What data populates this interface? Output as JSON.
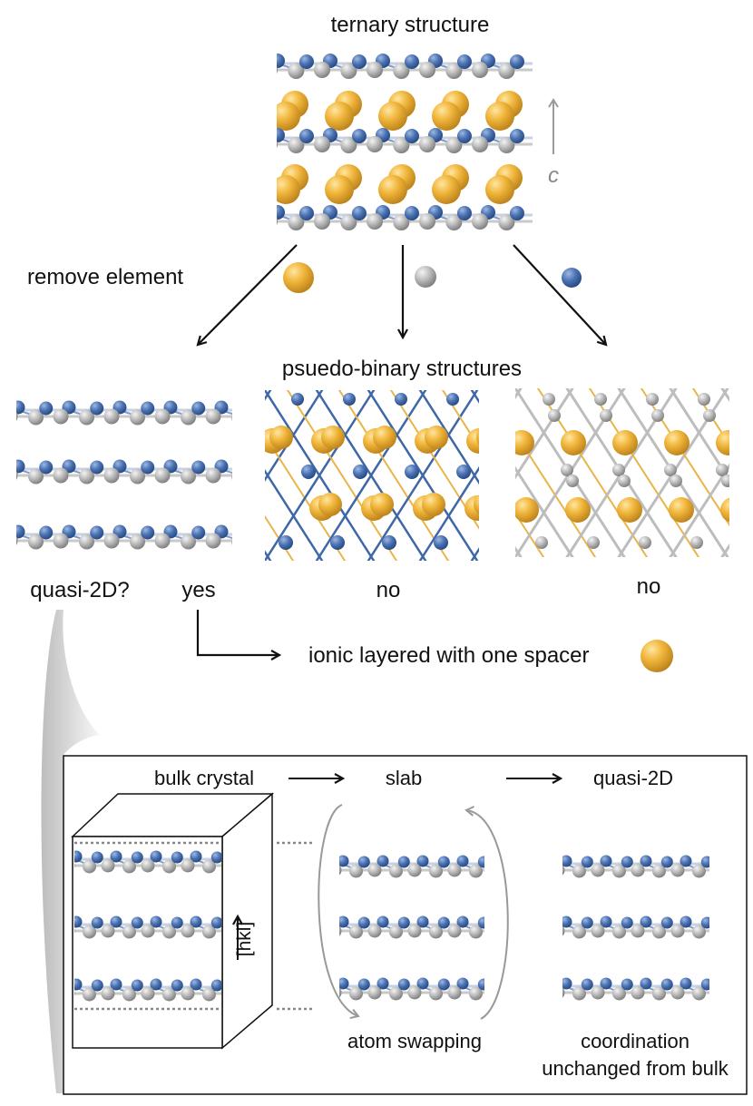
{
  "title": "ternary structure",
  "axis_label": "c",
  "remove_label": "remove element",
  "binary_label": "psuedo-binary structures",
  "panel_labels": {
    "q2d": "quasi-2D?",
    "yes": "yes",
    "no_middle": "no",
    "no_right": "no"
  },
  "result_label": "ionic layered with one spacer",
  "inset": {
    "bulk": "bulk crystal",
    "slab": "slab",
    "quasi": "quasi-2D",
    "hkl": "[hkl]",
    "swap": "atom swapping",
    "coord_line1": "coordination",
    "coord_line2": "unchanged from bulk"
  },
  "colors": {
    "gold": "#e8a92c",
    "silver": "#a9a9a9",
    "blue": "#3e67a8",
    "axis_gray": "#999999"
  }
}
